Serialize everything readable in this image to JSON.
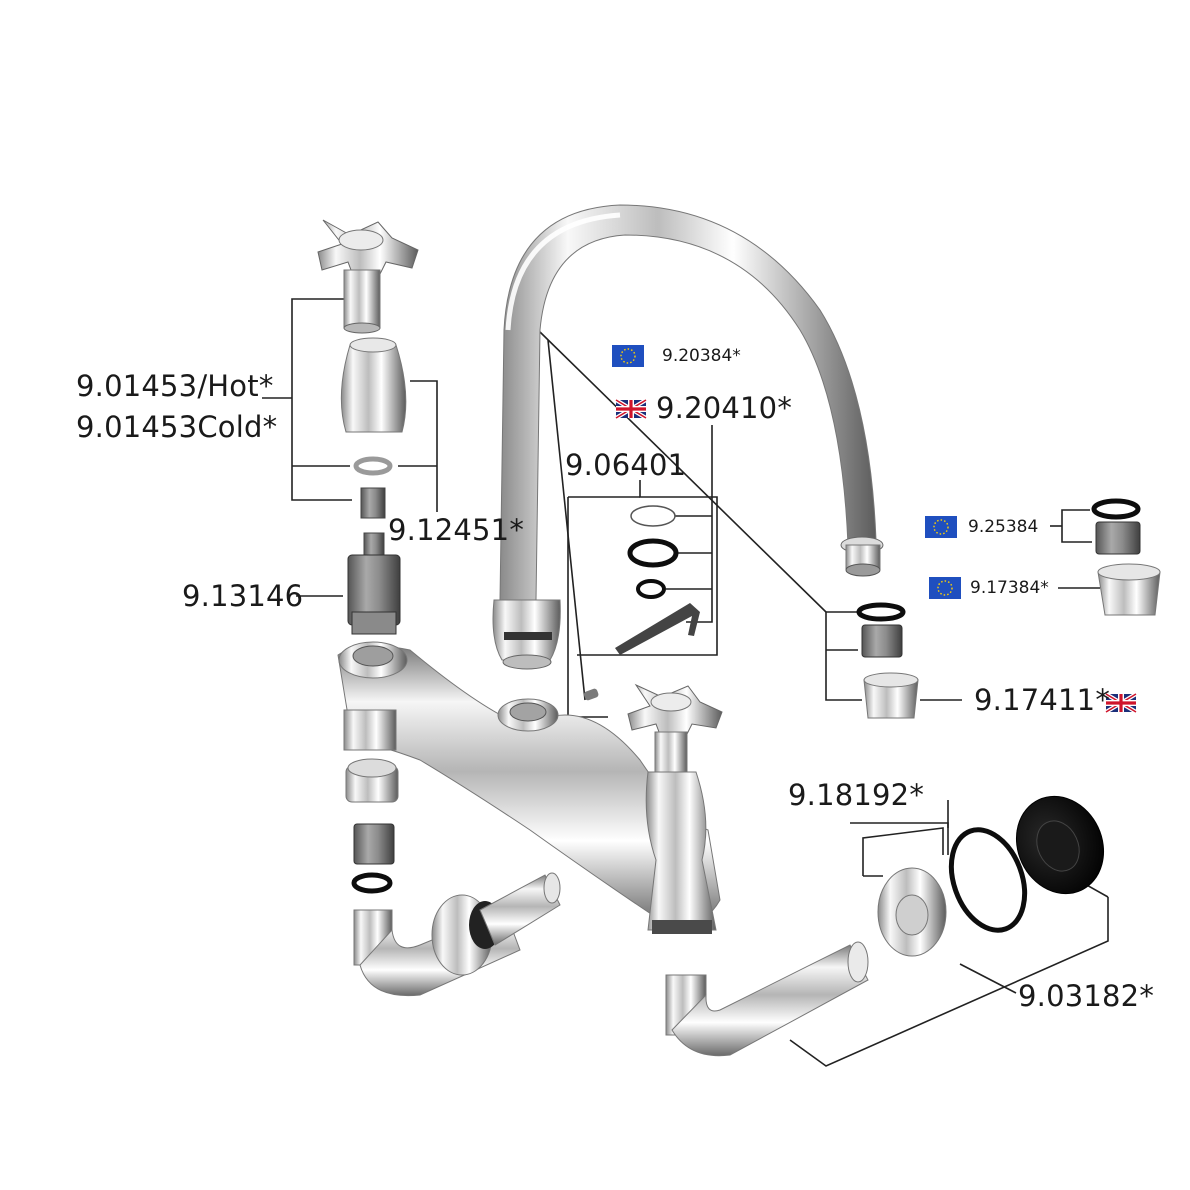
{
  "labels": {
    "hot_head": "9.01453/Hot*",
    "cold_head": "9.01453Cold*",
    "washer_kit": "9.12451*",
    "cartridge": "9.13146",
    "spout_eu": "9.20384*",
    "spout_uk": "9.20410*",
    "seal_kit": "9.06401",
    "aerator_eu": "9.25384",
    "aerator_housing_eu": "9.17384*",
    "aerator_uk": "9.17411*",
    "tail_seal": "9.18192*",
    "tail_pipe": "9.03182*"
  },
  "colors": {
    "chrome_light": "#f4f4f4",
    "chrome_mid": "#c8c8c8",
    "chrome_dark": "#6e6e6e",
    "oring": "#0d0d0d",
    "eu_blue": "#1f4fbf",
    "eu_star": "#ffd200",
    "uk_blue": "#1b2f7a",
    "uk_red": "#cf142b",
    "leader_line": "#222222"
  },
  "flags": [
    "eu-flag",
    "uk-flag"
  ]
}
